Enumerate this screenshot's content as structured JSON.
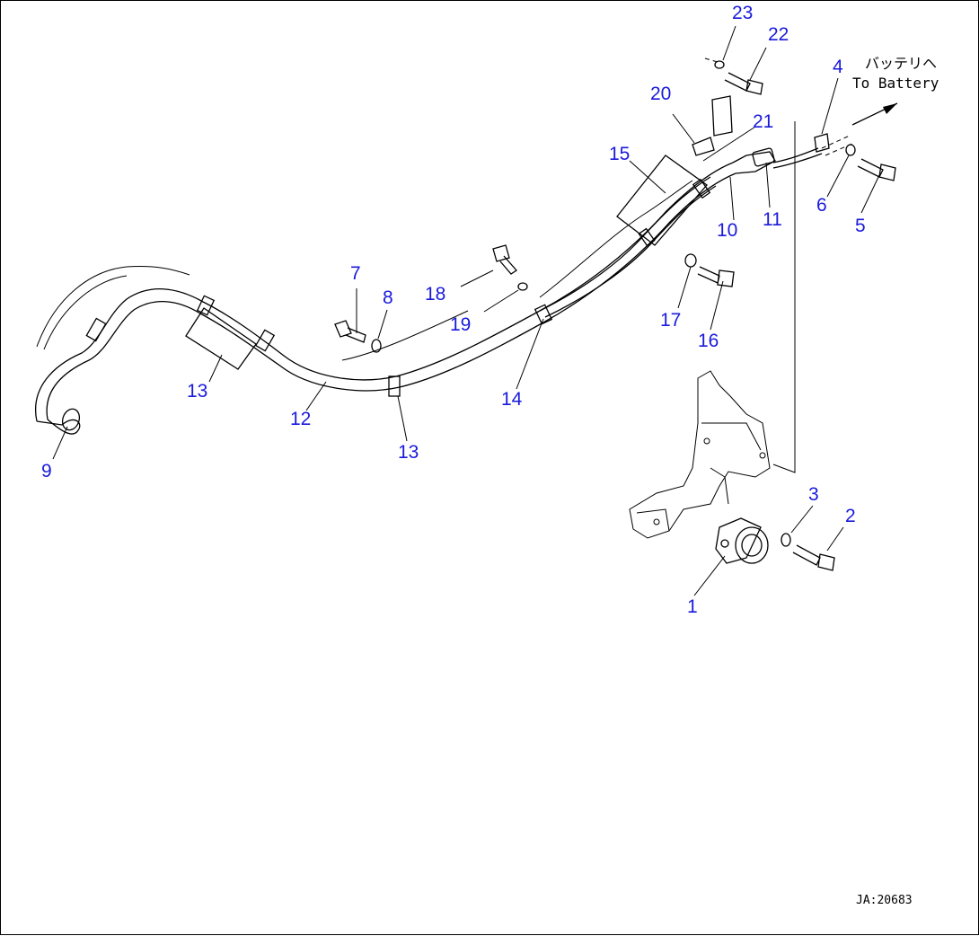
{
  "callouts": {
    "c1": "1",
    "c2": "2",
    "c3": "3",
    "c4": "4",
    "c5": "5",
    "c6": "6",
    "c7": "7",
    "c8": "8",
    "c9": "9",
    "c10": "10",
    "c11": "11",
    "c12": "12",
    "c13a": "13",
    "c13b": "13",
    "c14": "14",
    "c15": "15",
    "c16": "16",
    "c17": "17",
    "c18": "18",
    "c19": "19",
    "c20": "20",
    "c21": "21",
    "c22": "22",
    "c23": "23"
  },
  "battery_note": {
    "jp": "バッテリヘ",
    "en": "To Battery"
  },
  "drawing_code": "JA:20683",
  "colors": {
    "callout": "#1a1adb",
    "line": "#000000",
    "background": "#ffffff"
  }
}
